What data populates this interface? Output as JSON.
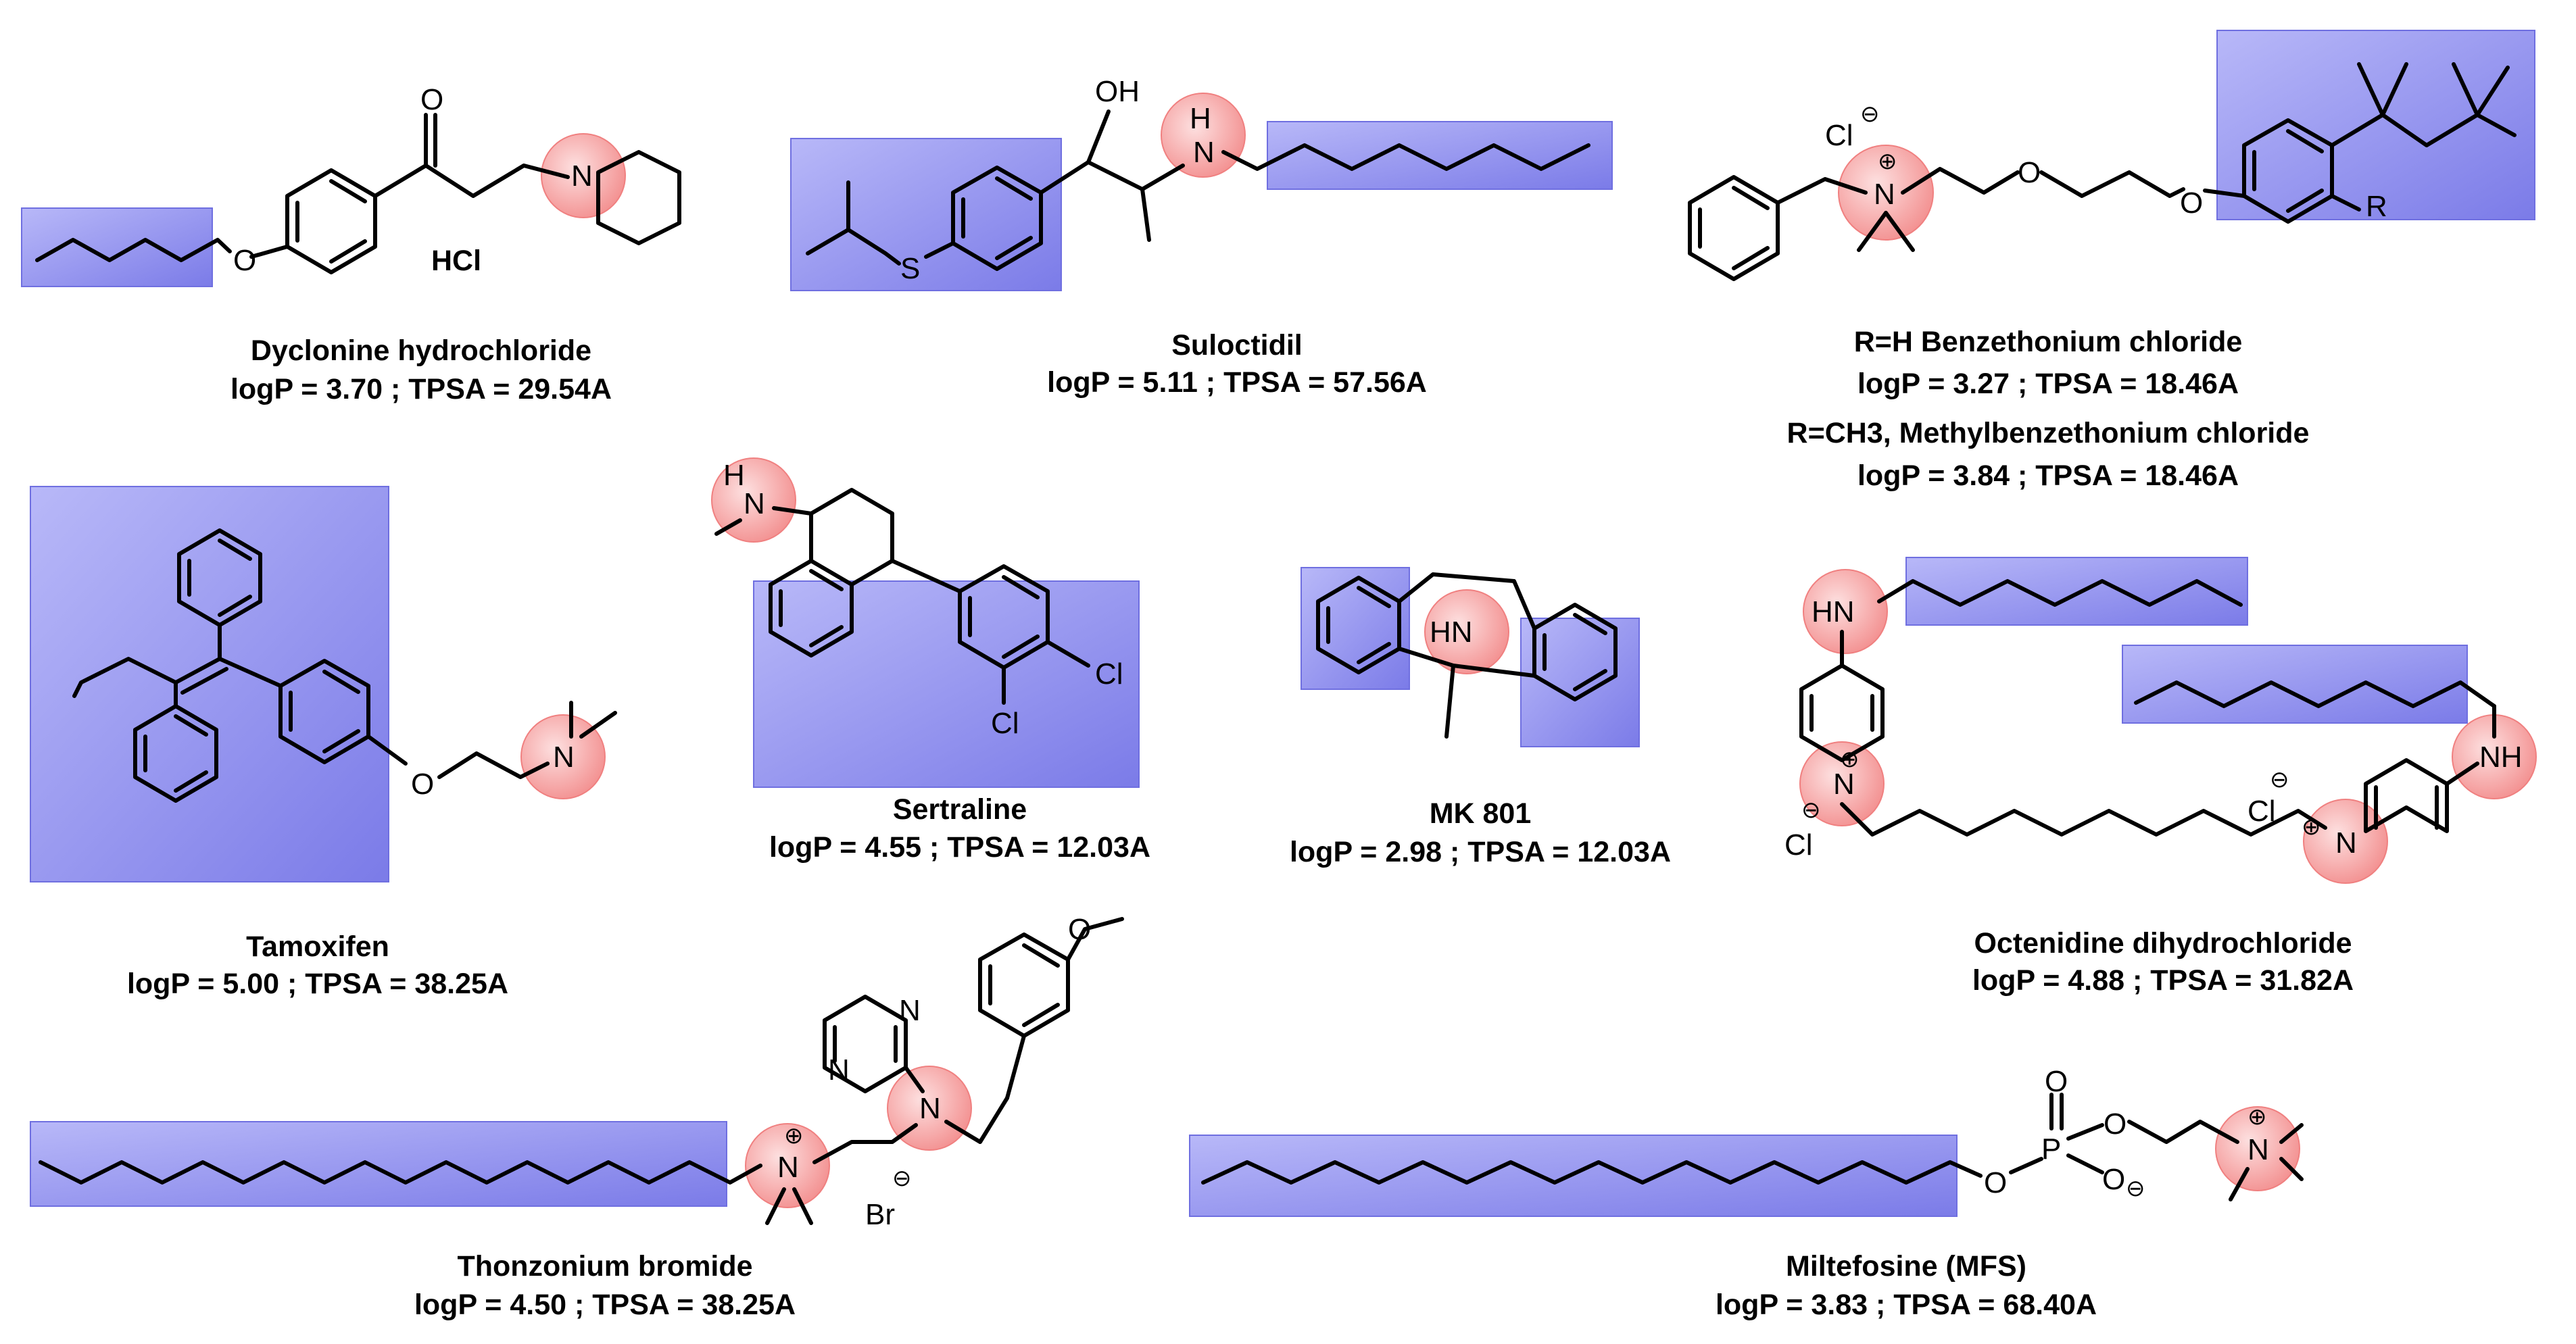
{
  "colors": {
    "hydrophobic_box": "#8f8ff0",
    "cationic_circle": "#f7a0a0",
    "bond": "#000000"
  },
  "compounds": [
    {
      "name": "Dyclonine hydrochloride",
      "props": "logP = 3.70 ; TPSA = 29.54A"
    },
    {
      "name": "Suloctidil",
      "props": "logP = 5.11 ; TPSA = 57.56A"
    },
    {
      "name": "R=H Benzethonium chloride",
      "props": "logP = 3.27 ; TPSA = 18.46A",
      "name2": "R=CH3, Methylbenzethonium chloride",
      "props2": "logP = 3.84 ; TPSA = 18.46A"
    },
    {
      "name": "Tamoxifen",
      "props": "logP = 5.00 ; TPSA = 38.25A"
    },
    {
      "name": "Sertraline",
      "props": "logP = 4.55 ; TPSA = 12.03A"
    },
    {
      "name": "MK 801",
      "props": "logP = 2.98 ; TPSA = 12.03A"
    },
    {
      "name": "Octenidine dihydrochloride",
      "props": "logP = 4.88 ; TPSA = 31.82A"
    },
    {
      "name": "Thonzonium bromide",
      "props": "logP = 4.50 ; TPSA = 38.25A"
    },
    {
      "name": "Miltefosine (MFS)",
      "props": "logP = 3.83 ; TPSA = 68.40A"
    }
  ],
  "atoms": {
    "O": "O",
    "N": "N",
    "NH": "NH",
    "HN": "HN",
    "H": "H",
    "OH": "OH",
    "S": "S",
    "Cl": "Cl",
    "Cl_minus": "Cl",
    "Br": "Br",
    "P": "P",
    "R": "R",
    "HCl": "HCl",
    "plus": "⊕",
    "minus": "⊖"
  }
}
